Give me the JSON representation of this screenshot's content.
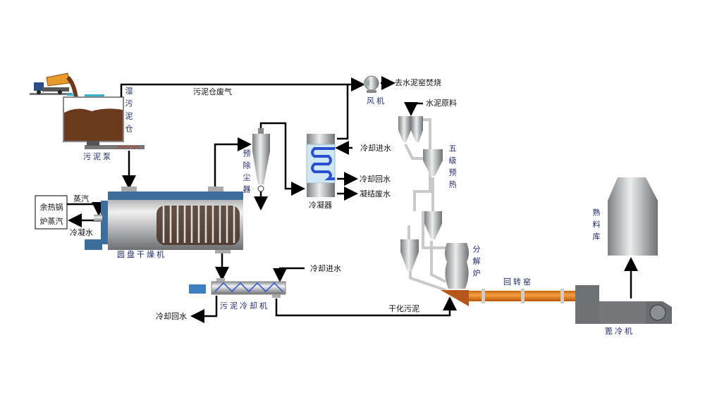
{
  "labels": {
    "wet_sludge_bin": "湿污泥仓",
    "sludge_pump": "污泥泵",
    "bin_exhaust": "污泥仓废气",
    "fan": "风机",
    "to_kiln_incineration": "去水泥窑焚烧",
    "condenser": "冷凝器",
    "condenser_cooling_in": "冷却进水",
    "condenser_cooling_return": "冷却回水",
    "condensate_waste_water": "凝结废水",
    "pre_dust_collector": "预除尘器",
    "waste_heat_boiler": "余热锅炉蒸汽",
    "steam": "蒸汽",
    "condensate": "冷凝水",
    "disc_dryer": "圆盘干燥机",
    "sludge_cooler": "污泥冷却机",
    "cooler_cooling_in": "冷却进水",
    "cooler_cooling_return": "冷却回水",
    "dried_sludge": "干化污泥",
    "cement_raw_material": "水泥原料",
    "five_stage_preheater": "五级预热",
    "calciner": "分解炉",
    "rotary_kiln": "回转窑",
    "grate_cooler": "篦冷机",
    "clinker_silo": "熟料库"
  },
  "colors": {
    "sludge": "#6b3a1e",
    "kiln": "#e8841c",
    "kiln_head": "#b5561a",
    "equipment_blue": "#3d6e9c",
    "coil": "#2a4fd0",
    "steel": "#a9abae",
    "line": "#000000"
  }
}
